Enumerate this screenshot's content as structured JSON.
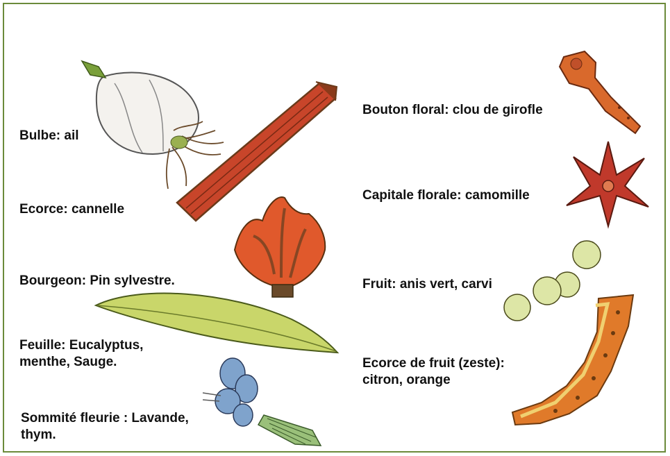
{
  "labels": {
    "bulbe": "Bulbe: ail",
    "ecorce": "Ecorce: cannelle",
    "bourgeon": "Bourgeon: Pin sylvestre.",
    "feuille_line1": "Feuille: Eucalyptus,",
    "feuille_line2": "menthe, Sauge.",
    "sommite_line1": "Sommité fleurie : Lavande,",
    "sommite_line2": "thym.",
    "bouton": "Bouton floral: clou de girofle",
    "capitale": "Capitale florale: camomille",
    "fruit": "Fruit: anis vert, carvi",
    "zeste_line1": "Ecorce de fruit (zeste):",
    "zeste_line2": "citron, orange"
  },
  "colors": {
    "frame": "#6b8a3a",
    "bark": "#c8452a",
    "bark_dark": "#6a3a1a",
    "star": "#c0392b",
    "leaf": "#c9d66a",
    "seed": "#dde6a6",
    "petal": "#7fa3cc",
    "zest": "#e07a2a"
  },
  "illustrations": [
    "garlic-bulb-icon",
    "cinnamon-bark-icon",
    "pine-bud-icon",
    "eucalyptus-leaf-icon",
    "lavender-flower-icon",
    "clove-icon",
    "star-anise-icon",
    "anise-seeds-icon",
    "citrus-zest-icon"
  ]
}
